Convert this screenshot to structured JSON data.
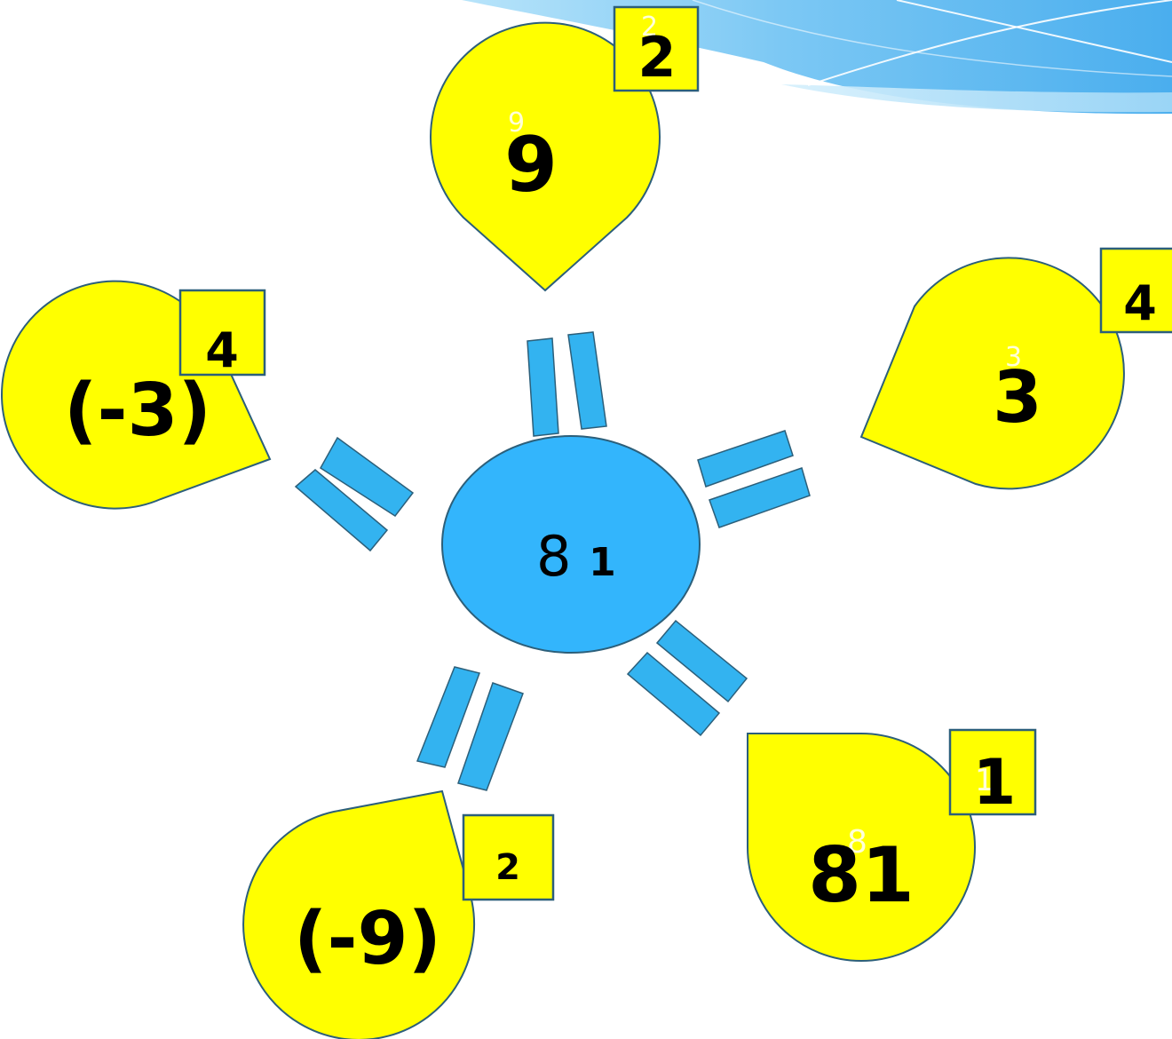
{
  "center": {
    "number": "8",
    "exponent": "1"
  },
  "drops": [
    {
      "id": "top",
      "base": "9",
      "exponent": "2",
      "ghost_base": "9",
      "ghost_exponent": "2"
    },
    {
      "id": "right",
      "base": "3",
      "exponent": "4",
      "ghost_base": "3",
      "ghost_exponent": ""
    },
    {
      "id": "left",
      "base": "(-3)",
      "exponent": "4",
      "ghost_base": "",
      "ghost_exponent": ""
    },
    {
      "id": "bottom-left",
      "base": "(-9)",
      "exponent": "2",
      "ghost_base": "",
      "ghost_exponent": ""
    },
    {
      "id": "bottom-right",
      "base": "81",
      "exponent": "1",
      "ghost_base": "8",
      "ghost_exponent": "1"
    }
  ],
  "colors": {
    "drop_fill": "#ffff00",
    "outline": "#2c5f7a",
    "center_fill": "#33b5fc",
    "bar_fill": "#33b3f0",
    "banner_light": "#a6dcf8",
    "banner_mid": "#7cc8f4",
    "banner_dark": "#4aaeee"
  }
}
